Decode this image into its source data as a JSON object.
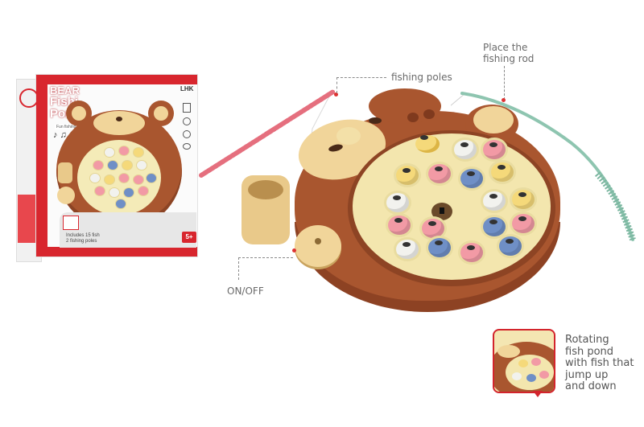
{
  "box": {
    "brand_line1": "BEAR",
    "brand_line2": "Fishi",
    "brand_line3": "Pon",
    "subtitle": "Fun fishing",
    "includes_line1": "Includes 15 fish",
    "includes_line2": "2 fishing poles",
    "age_badge": "5+",
    "maker_logo": "LHK"
  },
  "annotations": {
    "fishing_poles": "fishing poles",
    "place_rod_line1": "Place the",
    "place_rod_line2": "fishing rod",
    "on_off": "ON/OFF"
  },
  "callout": {
    "lines": [
      "Rotating",
      "fish pond",
      "with fish that",
      "jump up",
      "and down"
    ]
  },
  "colors": {
    "toy_brown": "#a9562f",
    "toy_cream": "#f3e6ae",
    "rod_pink": "#e56f7e",
    "rod_green": "#8ec5b0",
    "box_red": "#d8262e",
    "accent_red": "#d3242c"
  },
  "fish": [
    {
      "color": "#f2f2ee"
    },
    {
      "color": "#f29aa5"
    },
    {
      "color": "#f5d97a"
    },
    {
      "color": "#f29aa5"
    },
    {
      "color": "#6f8fc6"
    },
    {
      "color": "#f5d97a"
    },
    {
      "color": "#f2f2ee"
    },
    {
      "color": "#f2f2ee"
    },
    {
      "color": "#f5d97a"
    },
    {
      "color": "#f29aa5"
    },
    {
      "color": "#f29aa5"
    },
    {
      "color": "#6f8fc6"
    },
    {
      "color": "#f29aa5"
    },
    {
      "color": "#f2f2ee"
    },
    {
      "color": "#6f8fc6"
    },
    {
      "color": "#f29aa5"
    },
    {
      "color": "#6f8fc6"
    }
  ]
}
